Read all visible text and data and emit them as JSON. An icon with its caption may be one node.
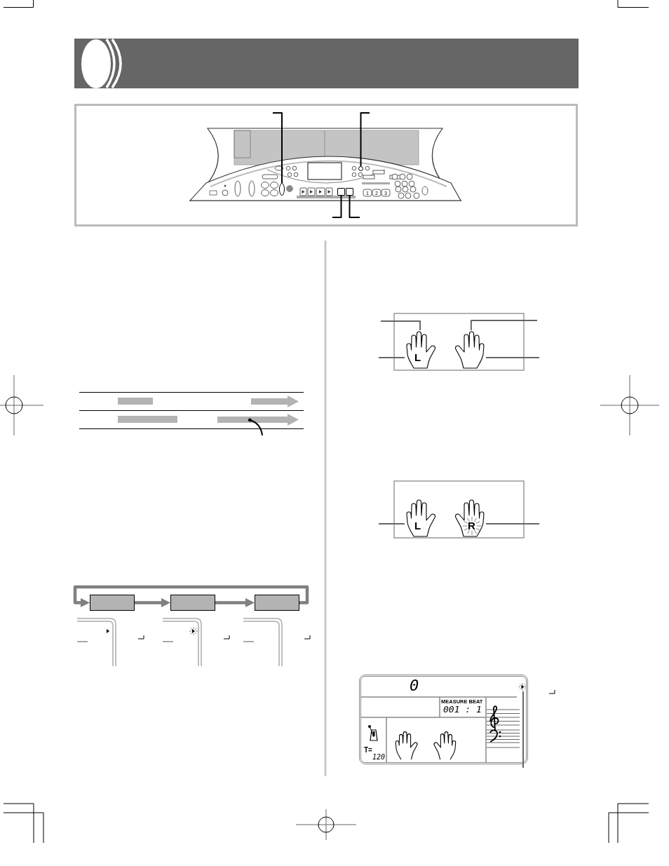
{
  "diagram": {
    "nodes": [
      {
        "text": [],
        "shape": "picture"
      },
      {
        "text": [],
        "shape": "box",
        "in": 0
      },
      {
        "text": [],
        "shape": "circle",
        "in": 0
      },
      {
        "text": [],
        "shape": "box",
        "in": 0
      },
      {
        "text": [],
        "shape": "box",
        "in": 0
      },
      {
        "text": [],
        "shape": "bar"
      },
      {
        "text": [],
        "shape": "box"
      },
      {
        "text": [],
        "shape": "box"
      },
      {
        "text": [],
        "shape": "box"
      },
      {
        "text": [
          "L"
        ]
      },
      {
        "text": [],
        "shape": "picture"
      },
      {
        "text": [
          "L"
        ]
      },
      {
        "text": [
          "R"
        ]
      },
      {
        "text": [
          "0",
          "MEASURE BEAT",
          "001 : 1",
          "T=",
          "120"
        ]
      },
      {
        "text": [],
        "shape": "picture",
        "in": 13
      }
    ],
    "edges": [
      {
        "from": null,
        "to": 1,
        "arrow": "none",
        "color": "#000000"
      },
      {
        "from": null,
        "to": 2,
        "arrow": "none",
        "color": "#000000"
      },
      {
        "from": null,
        "to": 3,
        "arrow": "none",
        "color": "#000000"
      },
      {
        "from": null,
        "to": 4,
        "arrow": "none",
        "color": "#000000"
      },
      {
        "from": null,
        "to": 5,
        "arrow": "other",
        "color": "#000000"
      },
      {
        "from": 6,
        "to": 7,
        "arrow": "to",
        "style": "thick",
        "color": "#808080"
      },
      {
        "from": 7,
        "to": 8,
        "arrow": "to",
        "style": "thick",
        "color": "#808080"
      },
      {
        "from": 8,
        "to": 6,
        "arrow": "to",
        "style": "thick",
        "color": "#808080"
      },
      {
        "from": null,
        "to": 9,
        "arrow": "none"
      },
      {
        "from": null,
        "to": 9,
        "arrow": "none"
      },
      {
        "from": null,
        "to": 10,
        "arrow": "none"
      },
      {
        "from": null,
        "to": 10,
        "arrow": "none"
      },
      {
        "from": null,
        "to": 11,
        "arrow": "none"
      },
      {
        "from": null,
        "to": 12,
        "arrow": "none"
      },
      {
        "from": null,
        "to": 14,
        "arrow": "none"
      }
    ],
    "labels": [
      "1",
      "2",
      "3"
    ]
  }
}
